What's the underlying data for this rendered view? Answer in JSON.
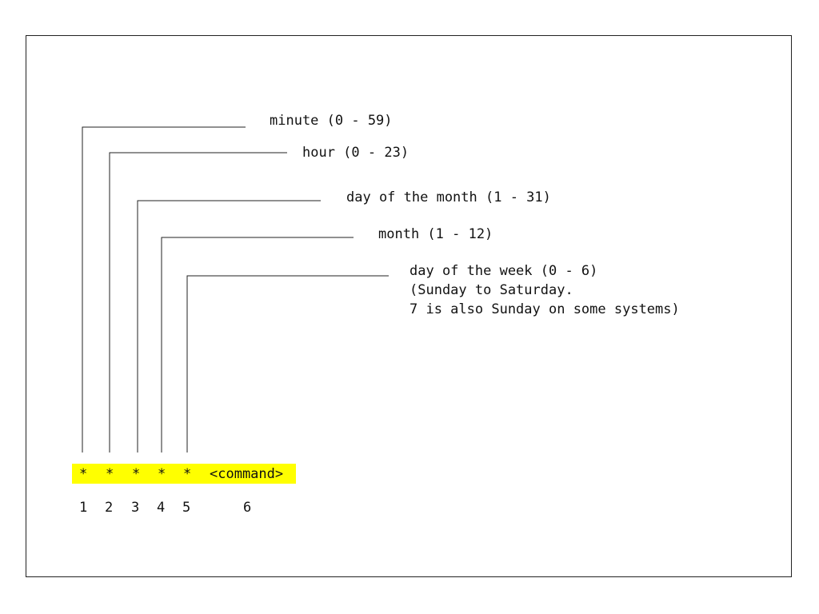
{
  "fields": [
    {
      "label": "minute (0 - 59)"
    },
    {
      "label": "hour (0 - 23)"
    },
    {
      "label": "day of the month (1 - 31)"
    },
    {
      "label": "month (1 - 12)"
    },
    {
      "label": "day of the week (0 - 6)",
      "note_lines": [
        "(Sunday to Saturday.",
        "7 is also Sunday on some systems)"
      ]
    }
  ],
  "expression": {
    "stars": [
      "*",
      "*",
      "*",
      "*",
      "*"
    ],
    "command": "<command>",
    "highlight_color": "#ffff00"
  },
  "positions": [
    "1",
    "2",
    "3",
    "4",
    "5",
    "6"
  ]
}
